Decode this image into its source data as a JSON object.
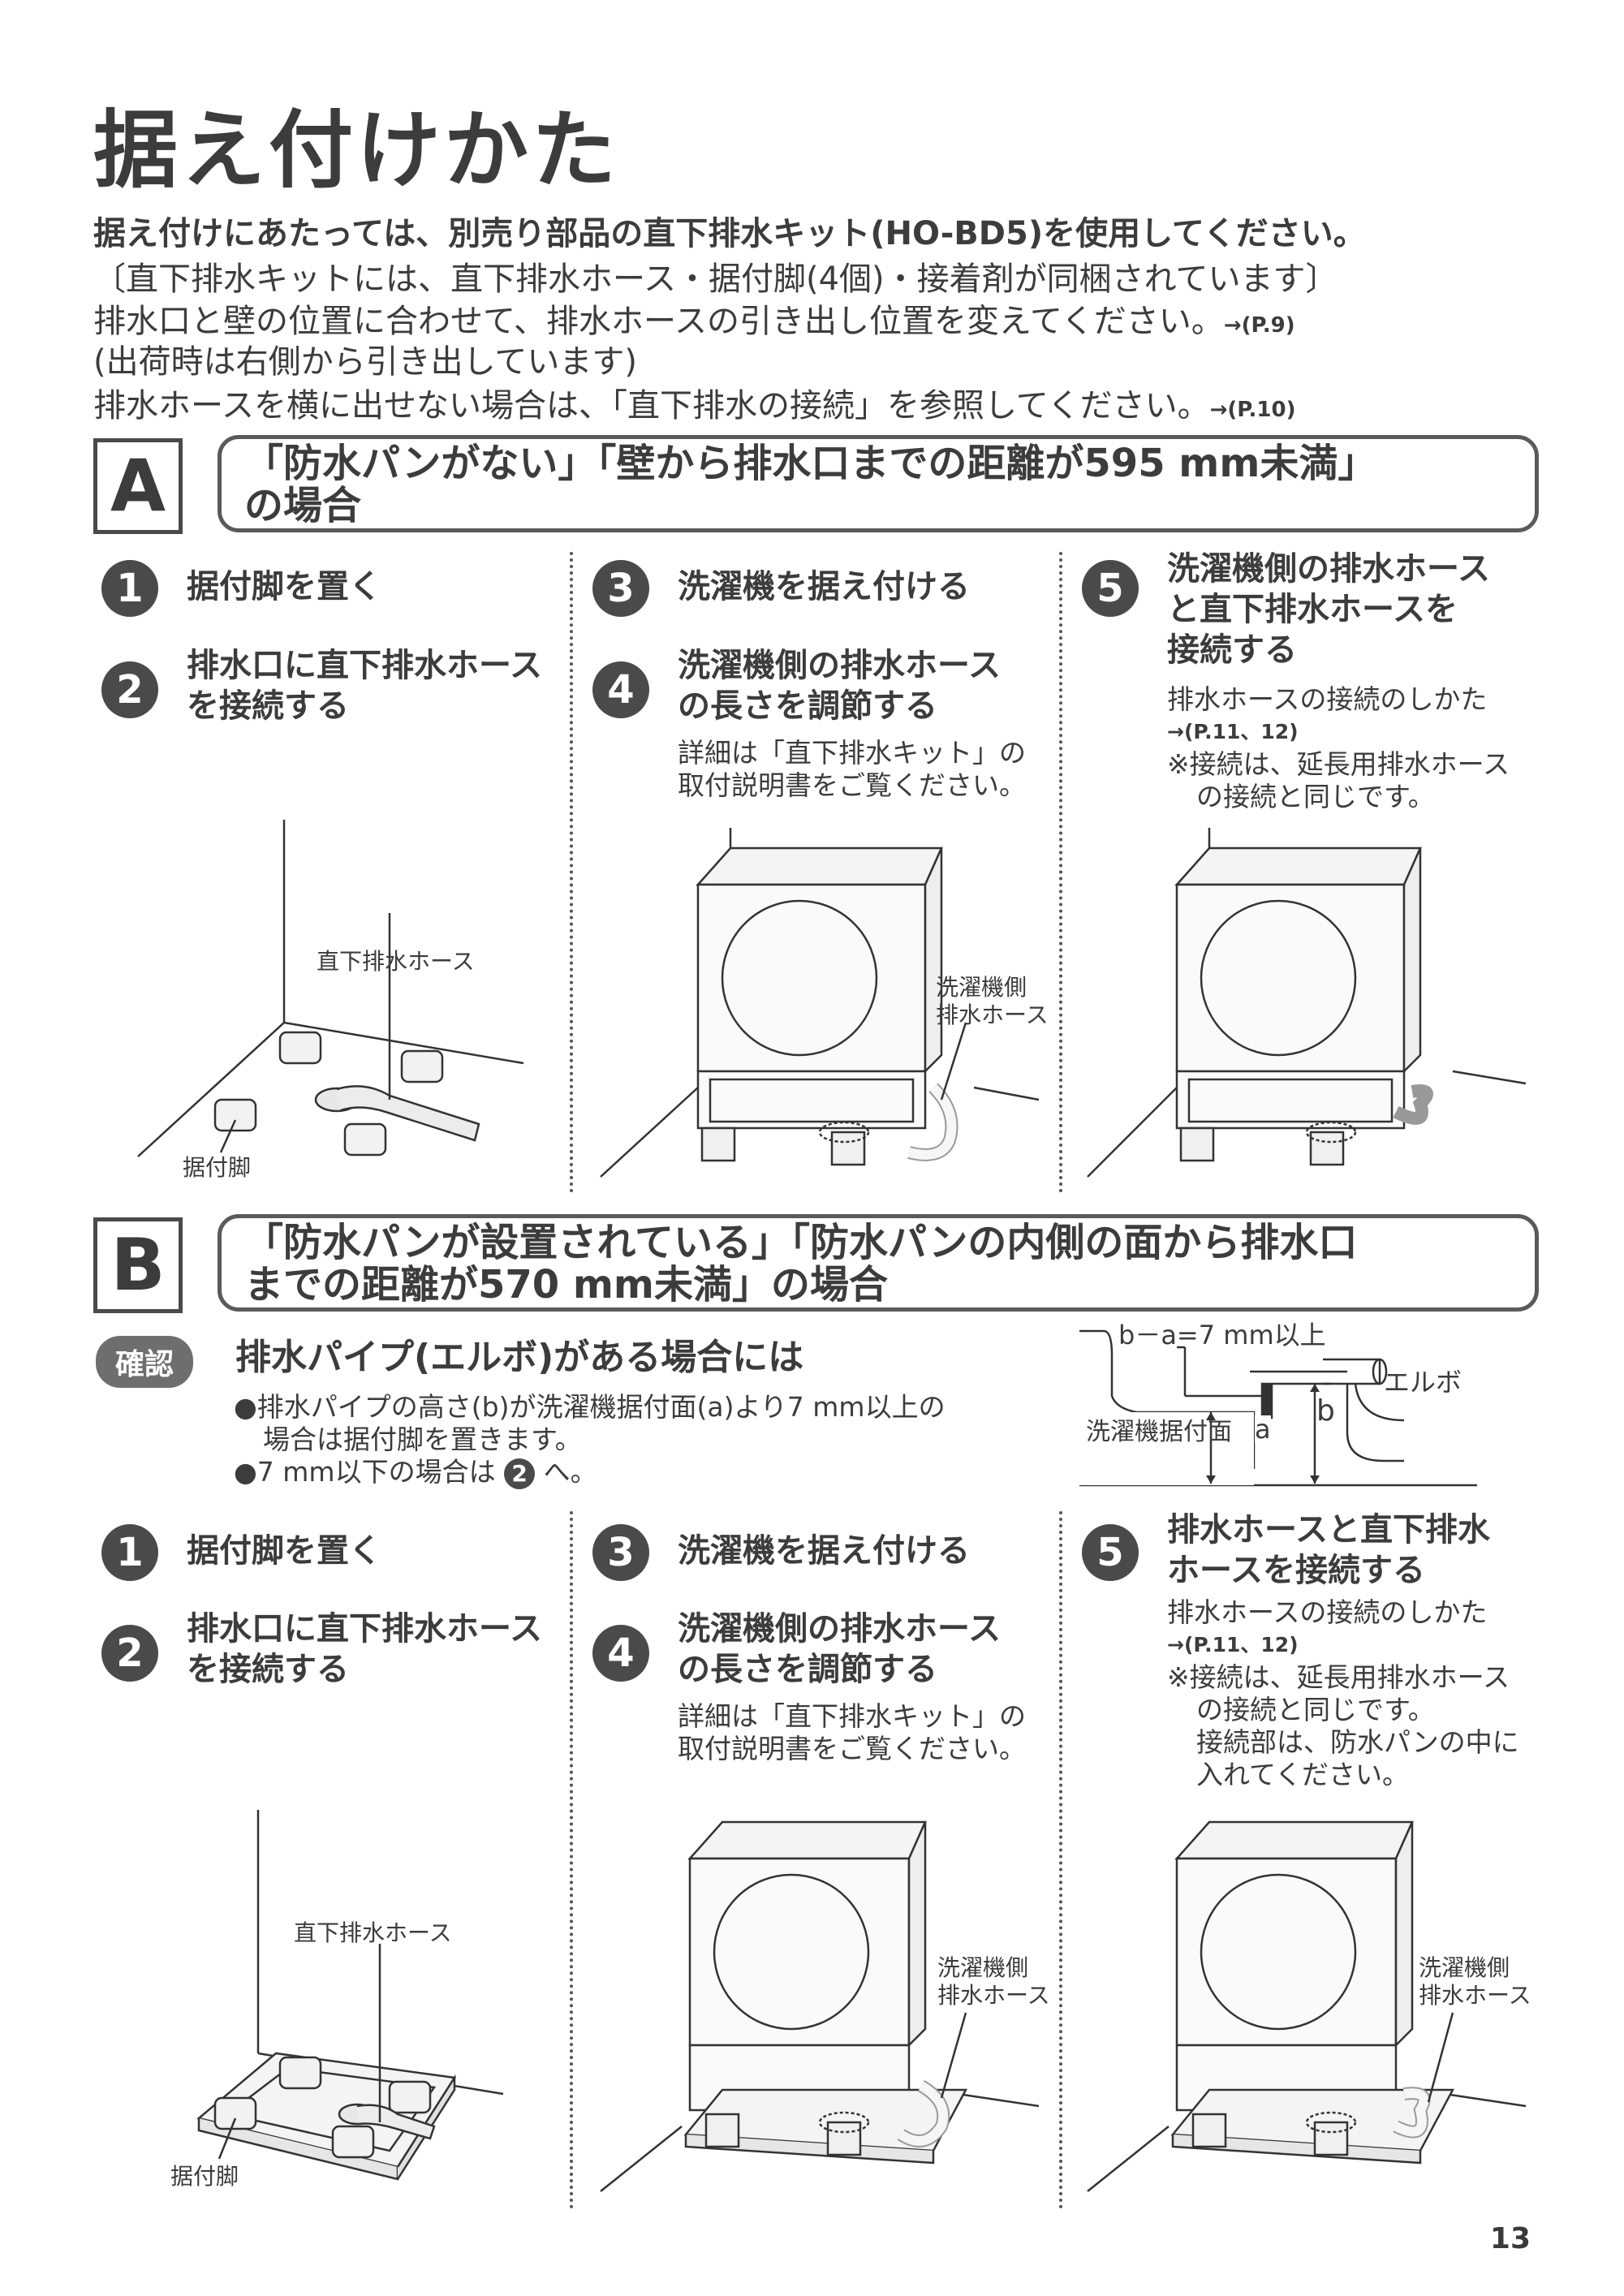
{
  "page": {
    "title": "据え付けかた",
    "page_number": "13"
  },
  "intro": {
    "line1": "据え付けにあたっては、別売り部品の直下排水キット(HO-BD5)を使用してください。",
    "line2": "〔直下排水キットには、直下排水ホース・据付脚(4個)・接着剤が同梱されています〕",
    "line3": "排水口と壁の位置に合わせて、排水ホースの引き出し位置を変えてください。",
    "line3_ref": "→(P.9)",
    "line4": "(出荷時は右側から引き出しています)",
    "line5": "排水ホースを横に出せない場合は、「直下排水の接続」を参照してください。",
    "line5_ref": "→(P.10)"
  },
  "section_a": {
    "letter": "A",
    "title_line1": "「防水パンがない」「壁から排水口までの距離が595 mm未満」",
    "title_line2": "の場合",
    "steps": [
      {
        "num": "1",
        "text": "据付脚を置く"
      },
      {
        "num": "2",
        "text_line1": "排水口に直下排水ホース",
        "text_line2": "を接続する"
      },
      {
        "num": "3",
        "text": "洗濯機を据え付ける"
      },
      {
        "num": "4",
        "text_line1": "洗濯機側の排水ホース",
        "text_line2": "の長さを調節する",
        "note_line1": "詳細は「直下排水キット」の",
        "note_line2": "取付説明書をご覧ください。"
      },
      {
        "num": "5",
        "text_line1": "洗濯機側の排水ホース",
        "text_line2": "と直下排水ホースを",
        "text_line3": "接続する",
        "note_line1": "排水ホースの接続のしかた",
        "note_ref": "→(P.11、12)",
        "note_line2": "※接続は、延長用排水ホース",
        "note_line3": "の接続と同じです。"
      }
    ],
    "labels": {
      "direct_hose": "直下排水ホース",
      "foot": "据付脚",
      "machine_hose_line1": "洗濯機側",
      "machine_hose_line2": "排水ホース"
    }
  },
  "section_b": {
    "letter": "B",
    "title_line1": "「防水パンが設置されている」「防水パンの内側の面から排水口",
    "title_line2": "までの距離が570 mm未満」の場合",
    "confirm_badge": "確認",
    "confirm_title": "排水パイプ(エルボ)がある場合には",
    "confirm_note_line1": "●排水パイプの高さ(b)が洗濯機据付面(a)より7 mm以上の",
    "confirm_note_line2": "場合は据付脚を置きます。",
    "confirm_note_line3_pre": "●7 mm以下の場合は",
    "confirm_note_line3_num": "2",
    "confirm_note_line3_post": "へ。",
    "diagram": {
      "formula": "b－a=7 mm以上",
      "elbow": "エルボ",
      "floor": "洗濯機据付面",
      "a": "a",
      "b": "b"
    },
    "steps": [
      {
        "num": "1",
        "text": "据付脚を置く"
      },
      {
        "num": "2",
        "text_line1": "排水口に直下排水ホース",
        "text_line2": "を接続する"
      },
      {
        "num": "3",
        "text": "洗濯機を据え付ける"
      },
      {
        "num": "4",
        "text_line1": "洗濯機側の排水ホース",
        "text_line2": "の長さを調節する",
        "note_line1": "詳細は「直下排水キット」の",
        "note_line2": "取付説明書をご覧ください。"
      },
      {
        "num": "5",
        "text_line1": "排水ホースと直下排水",
        "text_line2": "ホースを接続する",
        "note_line1": "排水ホースの接続のしかた",
        "note_ref": "→(P.11、12)",
        "note_line2": "※接続は、延長用排水ホース",
        "note_line3": "の接続と同じです。",
        "note_line4": "接続部は、防水パンの中に",
        "note_line5": "入れてください。"
      }
    ],
    "labels": {
      "direct_hose": "直下排水ホース",
      "foot": "据付脚",
      "machine_hose_line1": "洗濯機側",
      "machine_hose_line2": "排水ホース"
    }
  }
}
